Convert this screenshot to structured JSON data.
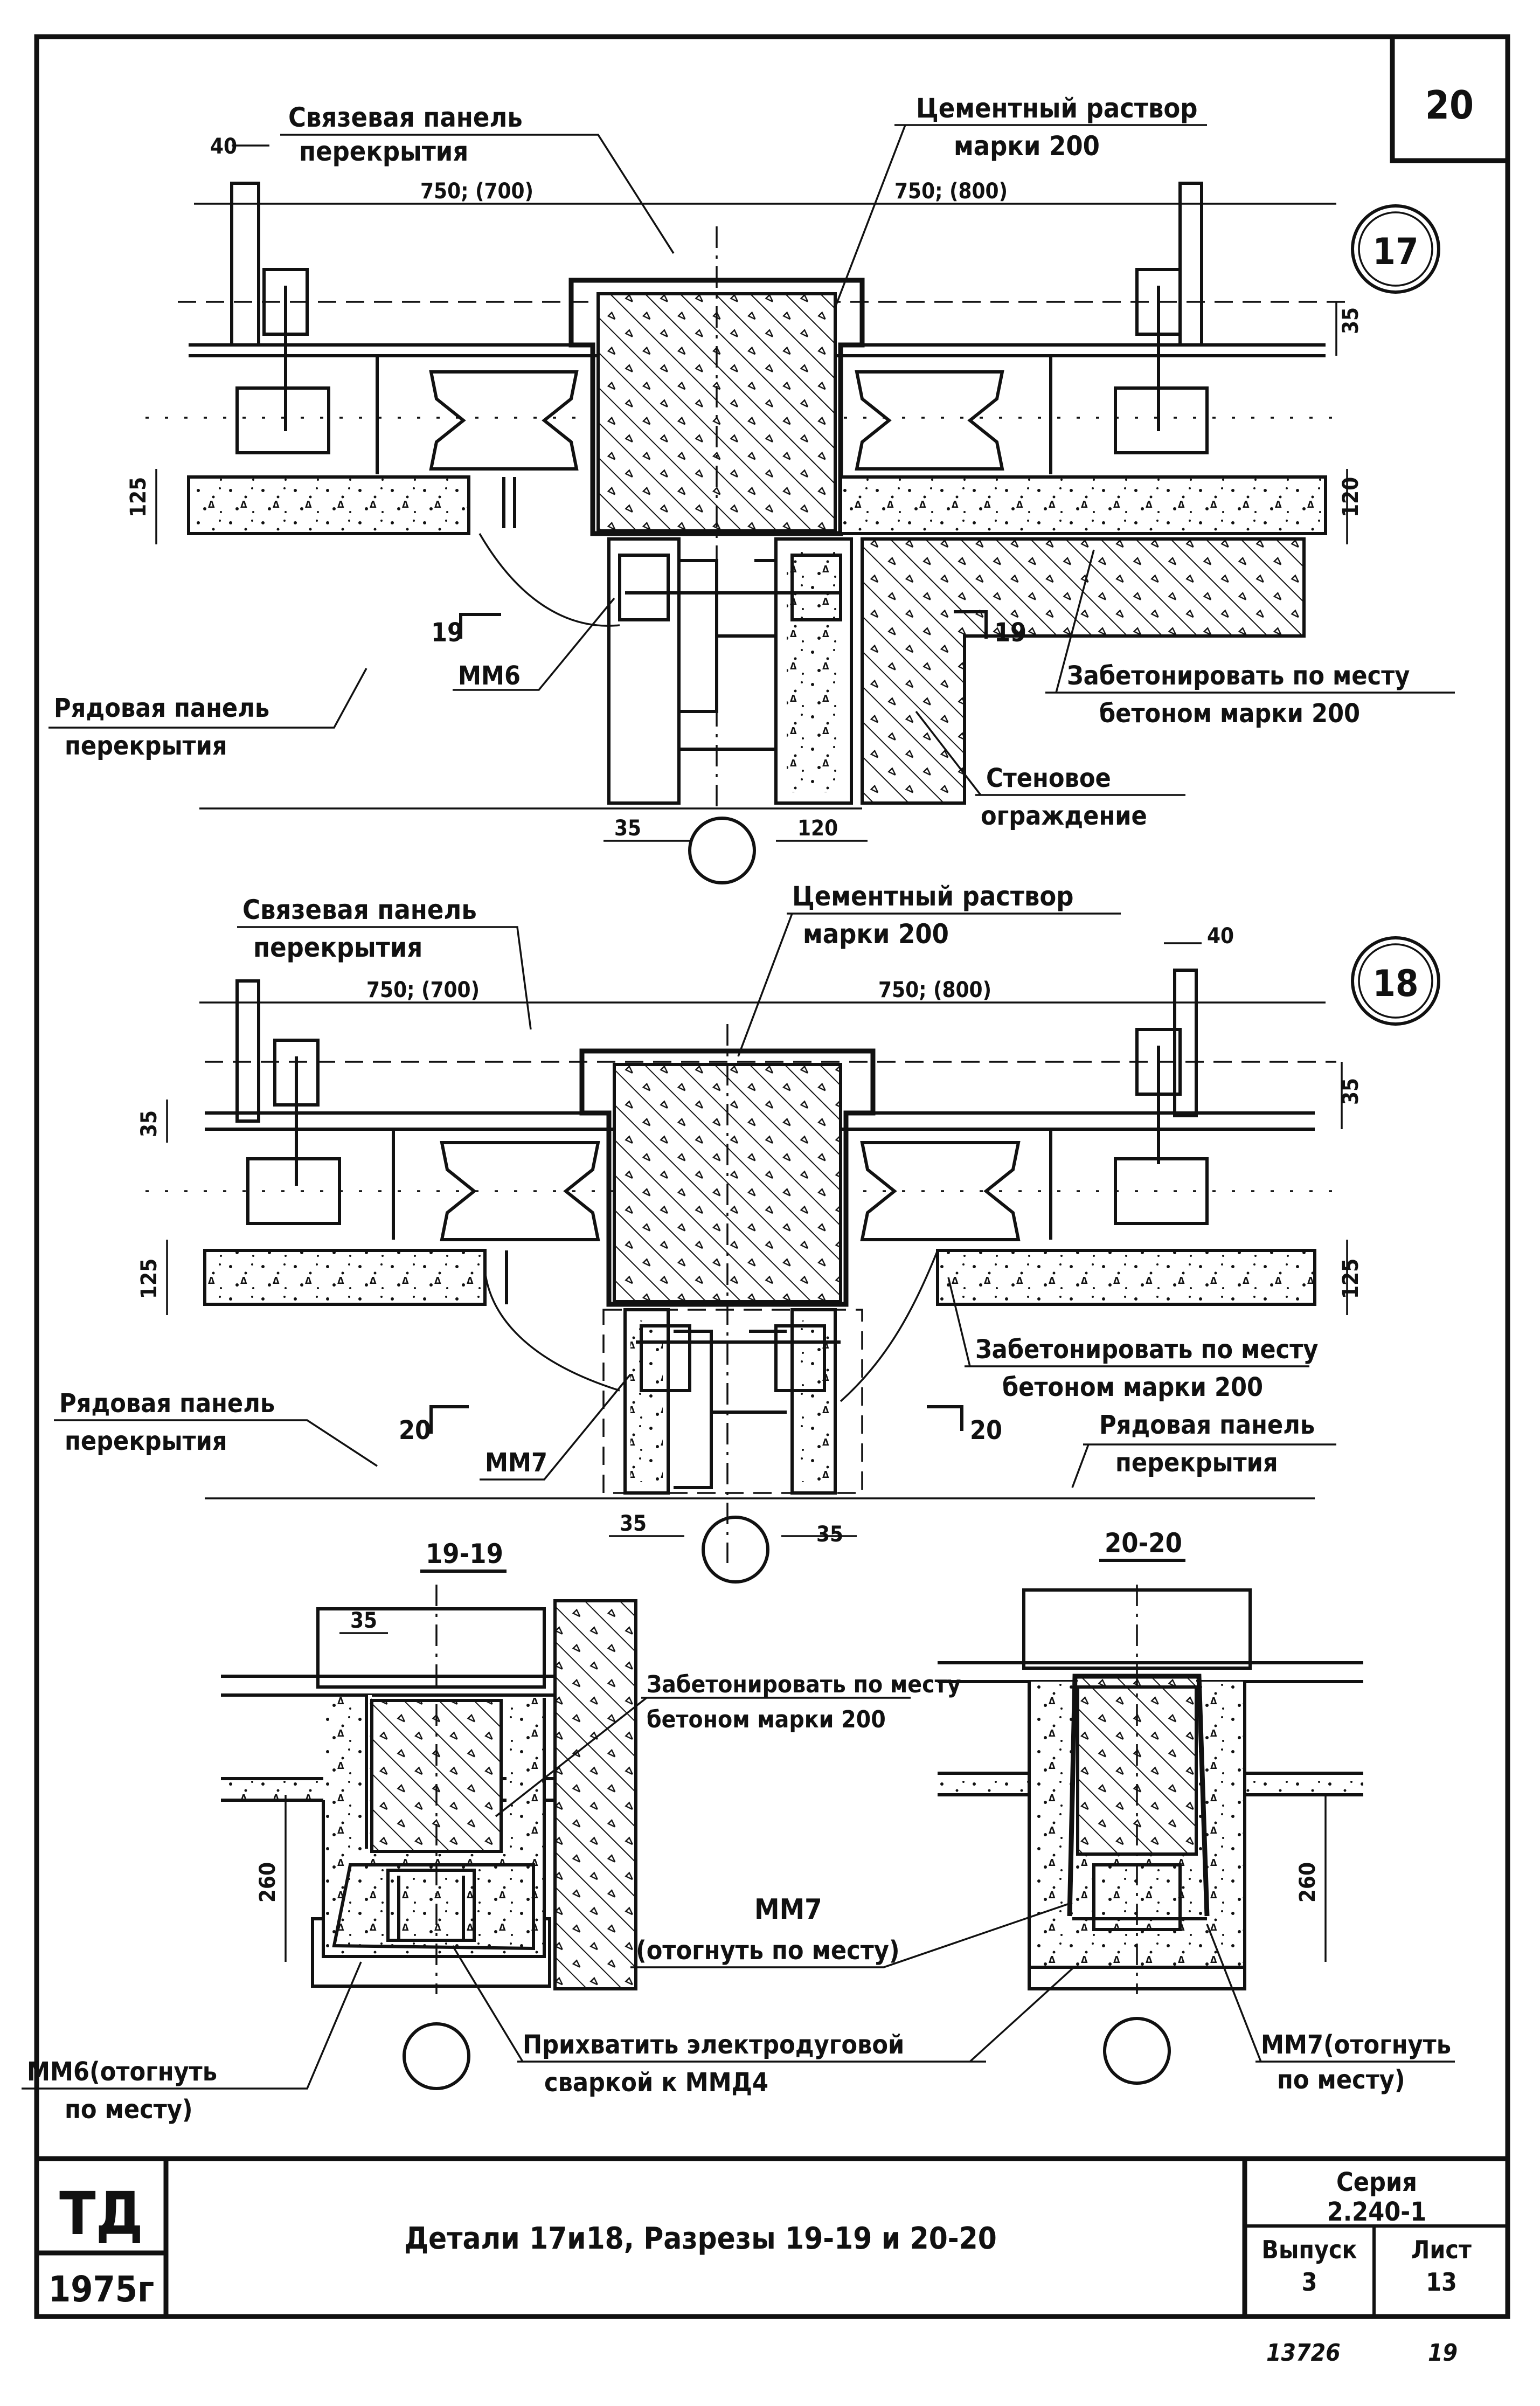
{
  "sheet_number": "20",
  "detail_17": {
    "circle": "17",
    "label_tie_panel_1": "Связевая панель",
    "label_tie_panel_2": "перекрытия",
    "label_mortar_1": "Цементный раствор",
    "label_mortar_2": "марки 200",
    "dim_top_left": "750; (700)",
    "dim_top_right": "750; (800)",
    "dim_40": "40",
    "dim_35_right": "35",
    "dim_125": "125",
    "dim_120_right": "120",
    "section_mark_left": "19",
    "section_mark_right": "19",
    "mm_label": "ММ6",
    "label_concrete_1": "Забетонировать по месту",
    "label_concrete_2": "бетоном марки 200",
    "label_row_panel_1": "Рядовая панель",
    "label_row_panel_2": "перекрытия",
    "label_wall_1": "Стеновое",
    "label_wall_2": "ограждение",
    "dim_35_bottom": "35",
    "dim_120_bottom": "120"
  },
  "detail_18": {
    "circle": "18",
    "label_tie_panel_1": "Связевая панель",
    "label_tie_panel_2": "перекрытия",
    "label_mortar_1": "Цементный раствор",
    "label_mortar_2": "марки 200",
    "dim_top_left": "750; (700)",
    "dim_top_right": "750; (800)",
    "dim_40": "40",
    "dim_35_left": "35",
    "dim_35_right": "35",
    "dim_125_left": "125",
    "dim_125_right": "125",
    "label_concrete_1": "Забетонировать по месту",
    "label_concrete_2": "бетоном марки 200",
    "section_mark_left": "20",
    "section_mark_right": "20",
    "mm_label": "ММ7",
    "label_row_panel_left_1": "Рядовая панель",
    "label_row_panel_left_2": "перекрытия",
    "label_row_panel_right_1": "Рядовая панель",
    "label_row_panel_right_2": "перекрытия",
    "dim_35_bottom_left": "35",
    "dim_35_bottom_right": "35"
  },
  "section_19": {
    "title": "19-19",
    "dim_35": "35",
    "dim_260": "260",
    "label_concrete_1": "Забетонировать по месту",
    "label_concrete_2": "бетоном марки 200",
    "label_mm6_1": "ММ6(отогнуть",
    "label_mm6_2": "по месту)",
    "label_weld_1": "Прихватить электродуговой",
    "label_weld_2": "сваркой к ММД4"
  },
  "section_20": {
    "title": "20-20",
    "dim_260": "260",
    "label_mm7_1": "ММ7",
    "label_mm7_2": "(отогнуть по месту)",
    "label_mm7b_1": "ММ7(отогнуть",
    "label_mm7b_2": "по месту)"
  },
  "title_block": {
    "org": "ТД",
    "year": "1975г",
    "title": "Детали 17и18, Разрезы 19-19 и 20-20",
    "series_label": "Серия",
    "series_value": "2.240-1",
    "issue_label": "Выпуск",
    "issue_value": "3",
    "sheet_label": "Лист",
    "sheet_value": "13"
  },
  "footer": {
    "inventory": "13726",
    "page": "19"
  }
}
